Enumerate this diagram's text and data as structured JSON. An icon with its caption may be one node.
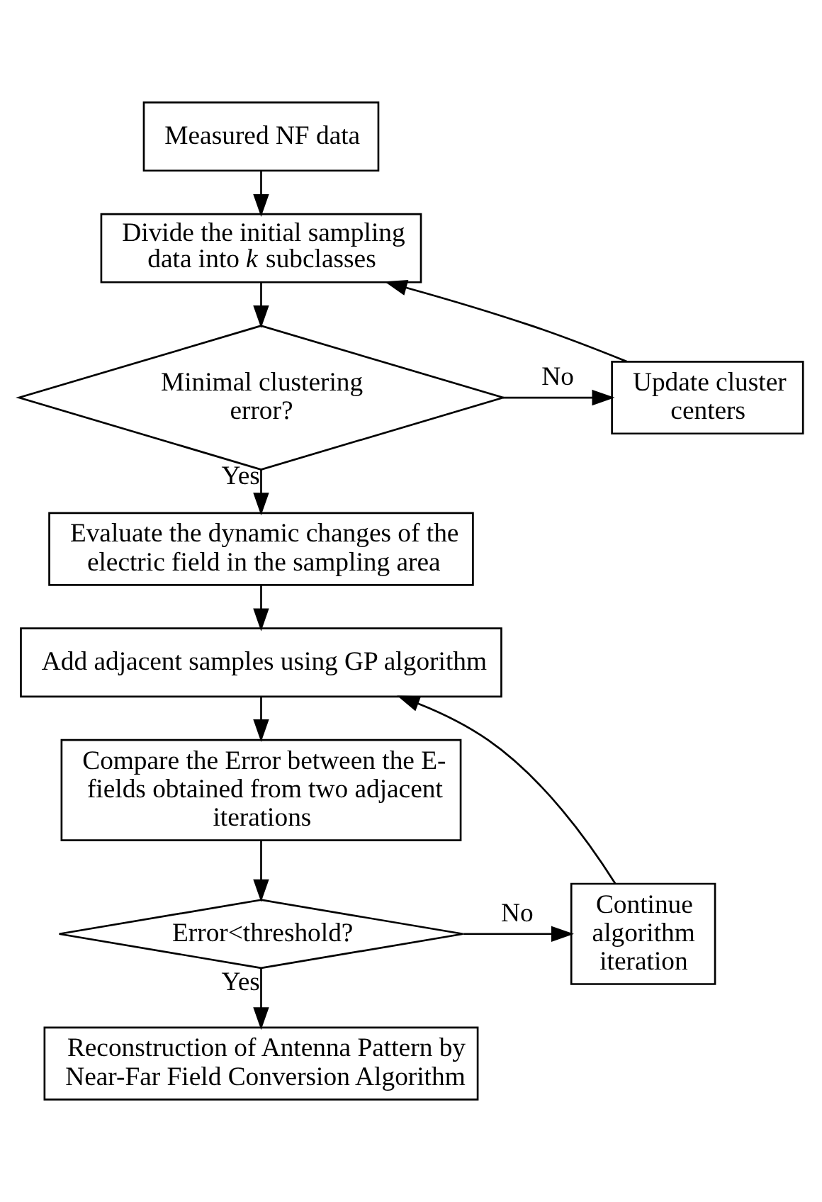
{
  "diagram": {
    "nodes": [
      {
        "text": [
          "Measured NF data"
        ]
      },
      {
        "text": [
          "Divide the initial sampling data into *k* subclasses"
        ]
      },
      {
        "text": [
          "Minimal clustering error?"
        ]
      },
      {
        "text": [
          "Update cluster centers"
        ]
      },
      {
        "text": [
          "Evaluate the dynamic changes of the electric field in the sampling area"
        ]
      },
      {
        "text": [
          "Add adjacent samples using GP algorithm"
        ]
      },
      {
        "text": [
          "Compare the Error between the E- fields obtained from two adjacent iterations"
        ]
      },
      {
        "text": [
          "Error<threshold?"
        ]
      },
      {
        "text": [
          "Continue algorithm iteration"
        ]
      },
      {
        "text": [
          "Reconstruction of Antenna Pattern by Near-Far Field Conversion Algorithm"
        ]
      }
    ],
    "edges": [
      {
        "from": 0,
        "to": 1,
        "arrow": "to"
      },
      {
        "from": 1,
        "to": 2,
        "arrow": "to"
      },
      {
        "from": 2,
        "to": 3,
        "arrow": "to",
        "label": "No"
      },
      {
        "from": 3,
        "to": 1,
        "arrow": "to"
      },
      {
        "from": 2,
        "to": 4,
        "arrow": "to",
        "label": "Yes"
      },
      {
        "from": 4,
        "to": 5,
        "arrow": "to"
      },
      {
        "from": 5,
        "to": 6,
        "arrow": "to"
      },
      {
        "from": 6,
        "to": 7,
        "arrow": "to"
      },
      {
        "from": 7,
        "to": 8,
        "arrow": "to",
        "label": "No"
      },
      {
        "from": 8,
        "to": 5,
        "arrow": "to"
      },
      {
        "from": 7,
        "to": 9,
        "arrow": "to",
        "label": "Yes"
      }
    ]
  }
}
